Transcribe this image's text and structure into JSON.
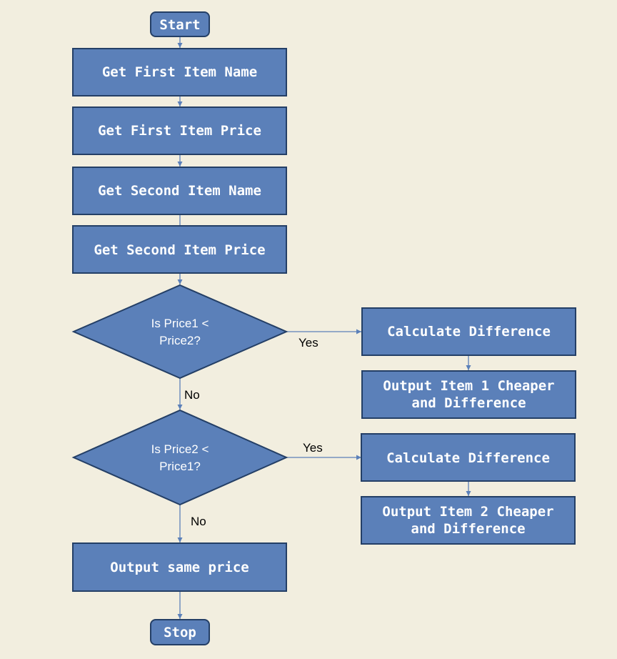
{
  "diagram": {
    "start": "Start",
    "step_first_name": "Get First Item Name",
    "step_first_price": "Get First Item Price",
    "step_second_name": "Get Second Item Name",
    "step_second_price": "Get Second Item Price",
    "decision1": {
      "line1": "Is Price1 <",
      "line2": "Price2?"
    },
    "decision1_yes": "Yes",
    "decision1_no": "No",
    "calc1": "Calculate Difference",
    "output1": {
      "line1": "Output Item 1 Cheaper",
      "line2": "and Difference"
    },
    "decision2": {
      "line1": "Is Price2 <",
      "line2": "Price1?"
    },
    "decision2_yes": "Yes",
    "decision2_no": "No",
    "calc2": "Calculate Difference",
    "output2": {
      "line1": "Output Item 2 Cheaper",
      "line2": "and Difference"
    },
    "output_same": "Output same price",
    "stop": "Stop"
  },
  "colors": {
    "background": "#f2eedf",
    "node_fill": "#5b80b9",
    "node_border": "#243f66",
    "connector": "#5b80b9"
  }
}
